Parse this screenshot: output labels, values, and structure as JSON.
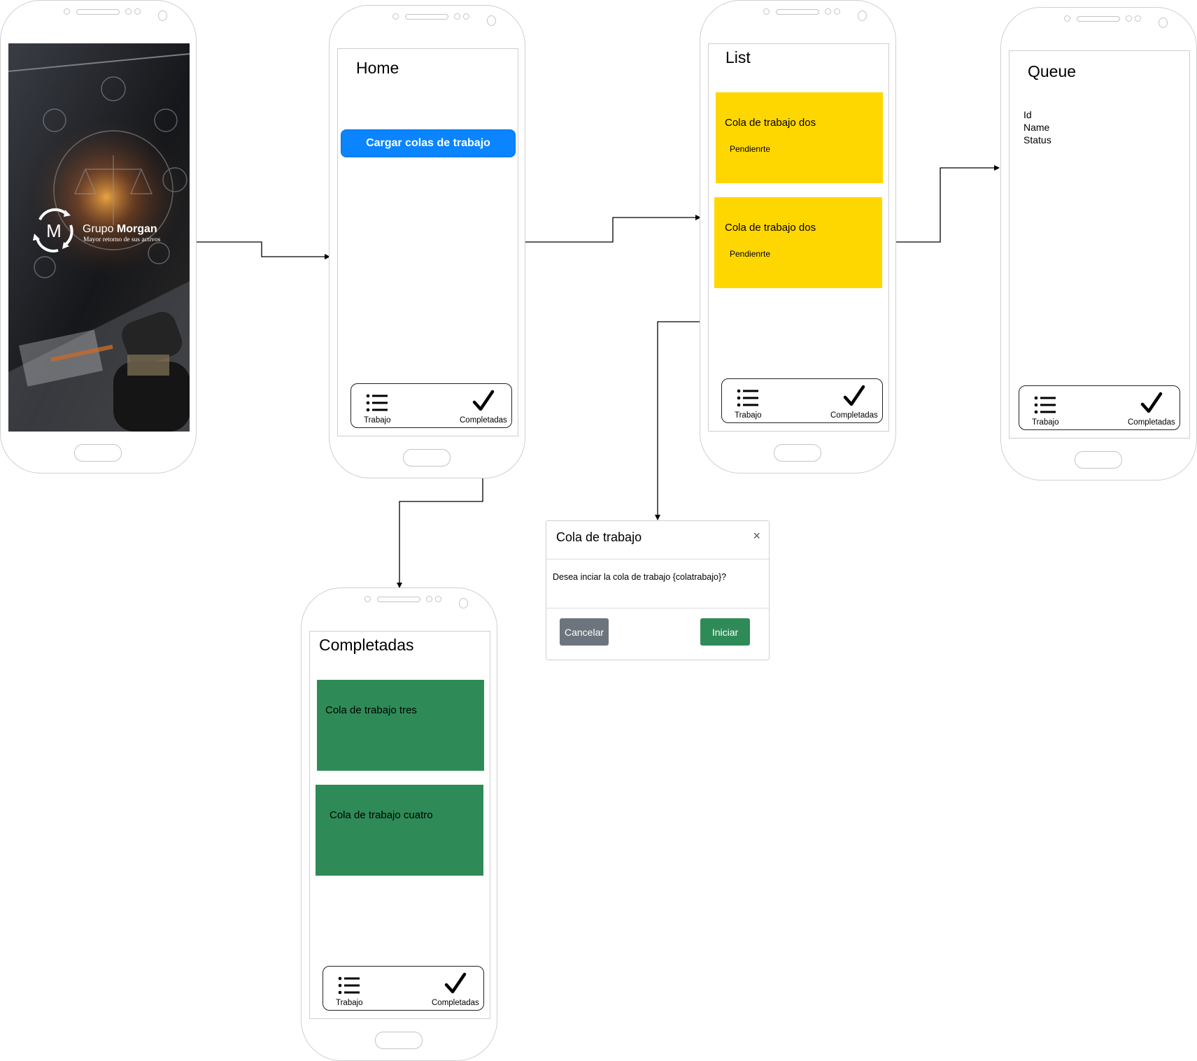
{
  "splash": {
    "brand_light": "Grupo",
    "brand_bold": "Morgan",
    "tagline": "Mayor retorno de sus activos",
    "logo_letter": "M"
  },
  "home": {
    "title": "Home",
    "load_button": "Cargar colas de trabajo"
  },
  "list": {
    "title": "List",
    "cards": [
      {
        "title": "Cola de trabajo dos",
        "status": "Pendienrte"
      },
      {
        "title": "Cola de trabajo dos",
        "status": "Pendienrte"
      }
    ]
  },
  "queue": {
    "title": "Queue",
    "fields": [
      "Id",
      "Name",
      "Status"
    ]
  },
  "completed": {
    "title": "Completadas",
    "cards": [
      {
        "title": "Cola de trabajo tres"
      },
      {
        "title": "Cola de trabajo cuatro"
      }
    ]
  },
  "navbar": {
    "work_label": "Trabajo",
    "done_label": "Completadas",
    "work_icon": "list-icon",
    "done_icon": "checkmark-icon"
  },
  "modal": {
    "title": "Cola de trabajo",
    "close": "×",
    "message": "Desea inciar la cola de trabajo {colatrabajo}?",
    "cancel_label": "Cancelar",
    "start_label": "Iniciar"
  },
  "colors": {
    "primary_blue": "#0a84ff",
    "pending_yellow": "#ffd700",
    "done_green": "#2e8b57",
    "cancel_gray": "#6c757d"
  }
}
